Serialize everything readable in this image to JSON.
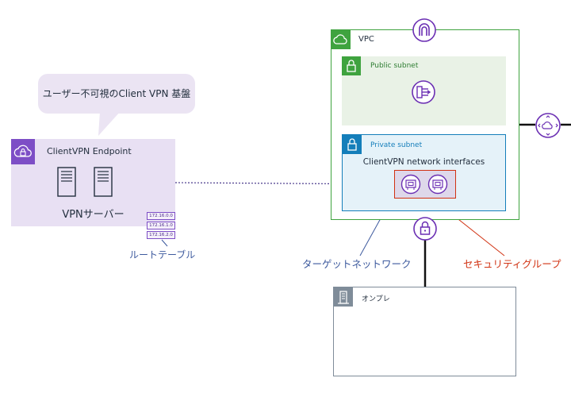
{
  "callout": {
    "text": "ユーザー不可視のClient VPN 基盤"
  },
  "endpoint": {
    "title": "ClientVPN Endpoint",
    "server_label": "VPNサーバー"
  },
  "route_table": {
    "rows": [
      "172.16.0.0",
      "172.16.1.0",
      "172.16.2.0"
    ],
    "label": "ルートテーブル"
  },
  "vpc": {
    "title": "VPC"
  },
  "public_subnet": {
    "title": "Public subnet"
  },
  "private_subnet": {
    "title": "Private subnet",
    "eni_label": "ClientVPN network interfaces"
  },
  "target_network": {
    "label": "ターゲットネットワーク"
  },
  "security_group": {
    "label": "セキュリティグループ"
  },
  "onprem": {
    "title": "オンプレ"
  },
  "colors": {
    "endpoint_fill": "#e8e0f3",
    "endpoint_badge": "#7d4ec6",
    "vpc_border": "#3fa33f",
    "subnet_public_fill": "#e9f2e6",
    "subnet_private_fill": "#e5f2f9",
    "subnet_private_border": "#147eba",
    "security_red": "#d13212",
    "icon_purple": "#6b2fb3",
    "label_blue": "#3d5a9e"
  },
  "icons": [
    "cloud-lock-icon",
    "server-icon",
    "route-table-icon",
    "vpc-cloud-icon",
    "lock-icon",
    "gateway-icon",
    "eni-icon",
    "router-icon",
    "vpn-lock-icon",
    "building-icon"
  ]
}
